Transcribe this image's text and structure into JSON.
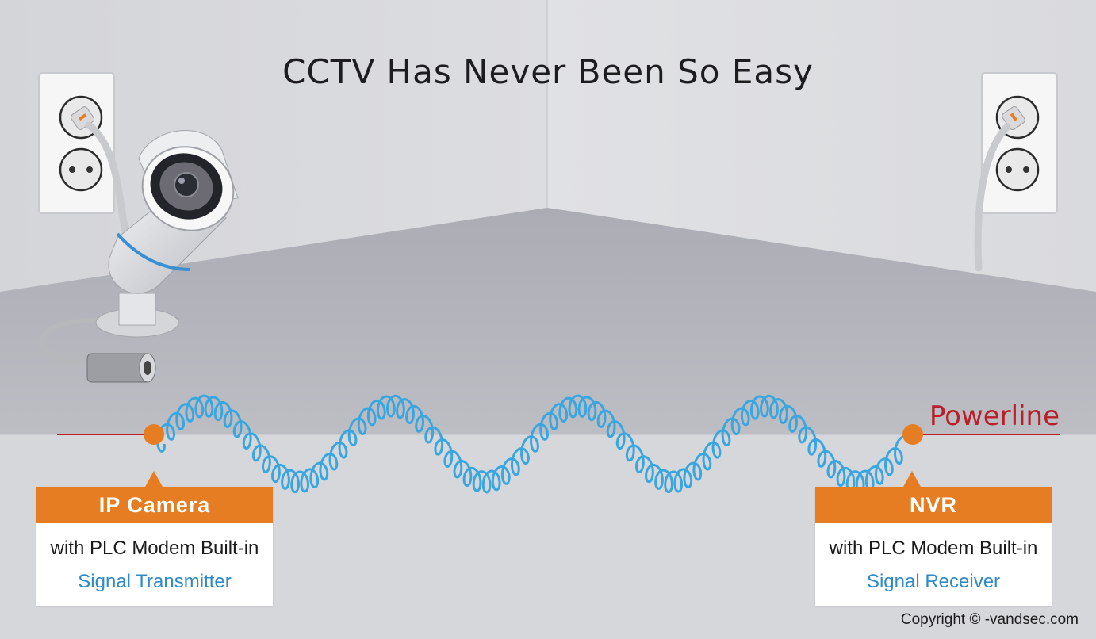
{
  "title": "CCTV Has Never Been So Easy",
  "powerline_label": "Powerline",
  "camera_box": {
    "heading": "IP Camera",
    "line1": "with PLC Modem Built-in",
    "line2": "Signal Transmitter"
  },
  "nvr_box": {
    "heading": "NVR",
    "line1": "with PLC Modem Built-in",
    "line2": "Signal Receiver"
  },
  "copyright": "Copyright ©  -vandsec.com",
  "icons": [
    "wall-socket-icon",
    "security-camera-icon",
    "power-plug-icon",
    "cable-coil-icon"
  ],
  "colors": {
    "accent_orange": "#e77d23",
    "powerline_red": "#b81f2b",
    "signal_blue": "#2e8bc6",
    "coil_blue": "#3aa6e0"
  }
}
